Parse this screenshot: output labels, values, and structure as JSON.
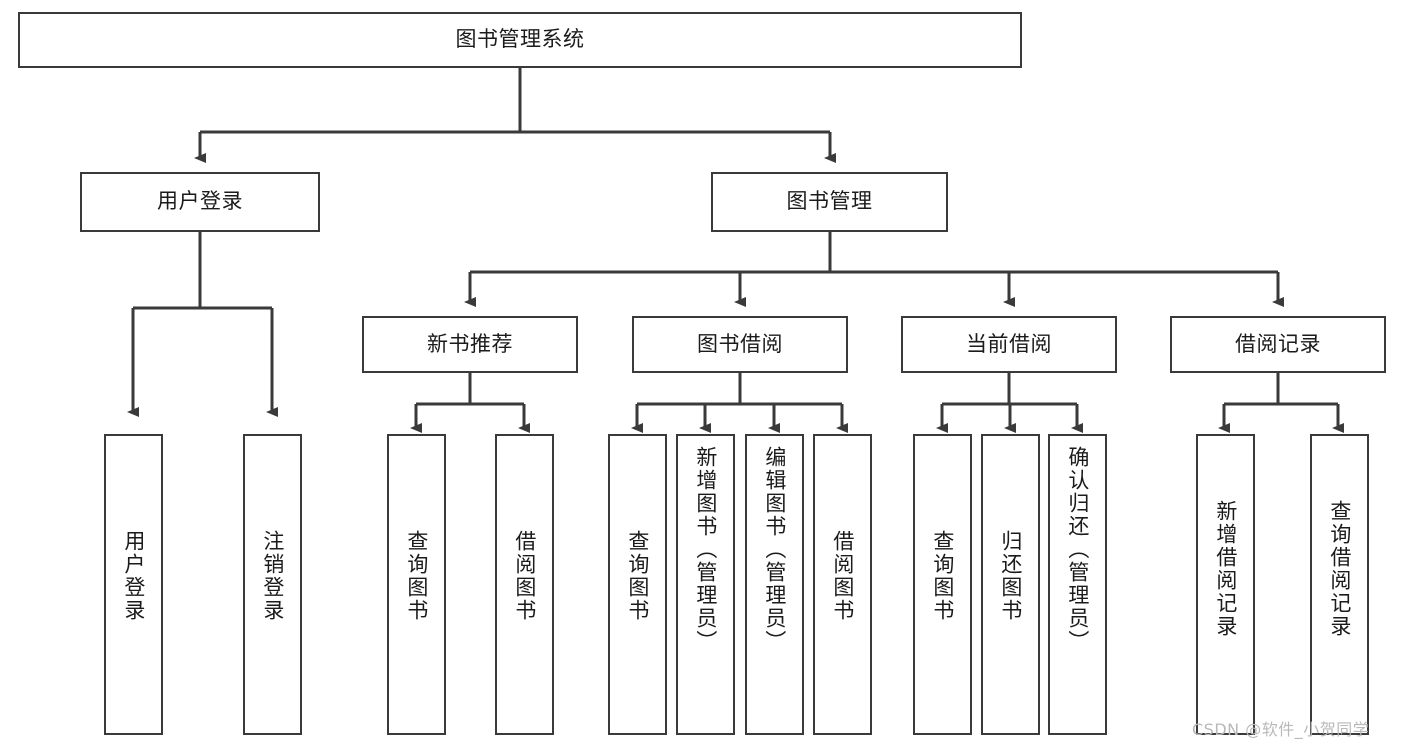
{
  "diagram": {
    "title": "图书管理系统",
    "type": "hierarchy-tree",
    "orientation": "top-down",
    "levels": 4,
    "colors": {
      "box_stroke": "#3a3a3a",
      "box_fill": "#ffffff",
      "edge": "#3a3a3a",
      "text": "#1b1b1b",
      "background": "#ffffff",
      "watermark": "#b9b9b9"
    },
    "root": {
      "label": "图书管理系统"
    },
    "level2": [
      {
        "label": "用户登录"
      },
      {
        "label": "图书管理"
      }
    ],
    "level3": [
      {
        "label": "新书推荐"
      },
      {
        "label": "图书借阅"
      },
      {
        "label": "当前借阅"
      },
      {
        "label": "借阅记录"
      }
    ],
    "leaves": {
      "user_login": [
        {
          "label": "用户登录"
        },
        {
          "label": "注销登录"
        }
      ],
      "new_book_recommend": [
        {
          "label": "查询图书"
        },
        {
          "label": "借阅图书"
        }
      ],
      "book_borrow": [
        {
          "label": "查询图书"
        },
        {
          "label": "新增图书（管理员）"
        },
        {
          "label": "编辑图书（管理员）"
        },
        {
          "label": "借阅图书"
        }
      ],
      "current_borrow": [
        {
          "label": "查询图书"
        },
        {
          "label": "归还图书"
        },
        {
          "label": "确认归还（管理员）"
        }
      ],
      "borrow_record": [
        {
          "label": "新增借阅记录"
        },
        {
          "label": "查询借阅记录"
        }
      ]
    }
  },
  "watermark": {
    "text": "CSDN @软件_小贺同学"
  }
}
